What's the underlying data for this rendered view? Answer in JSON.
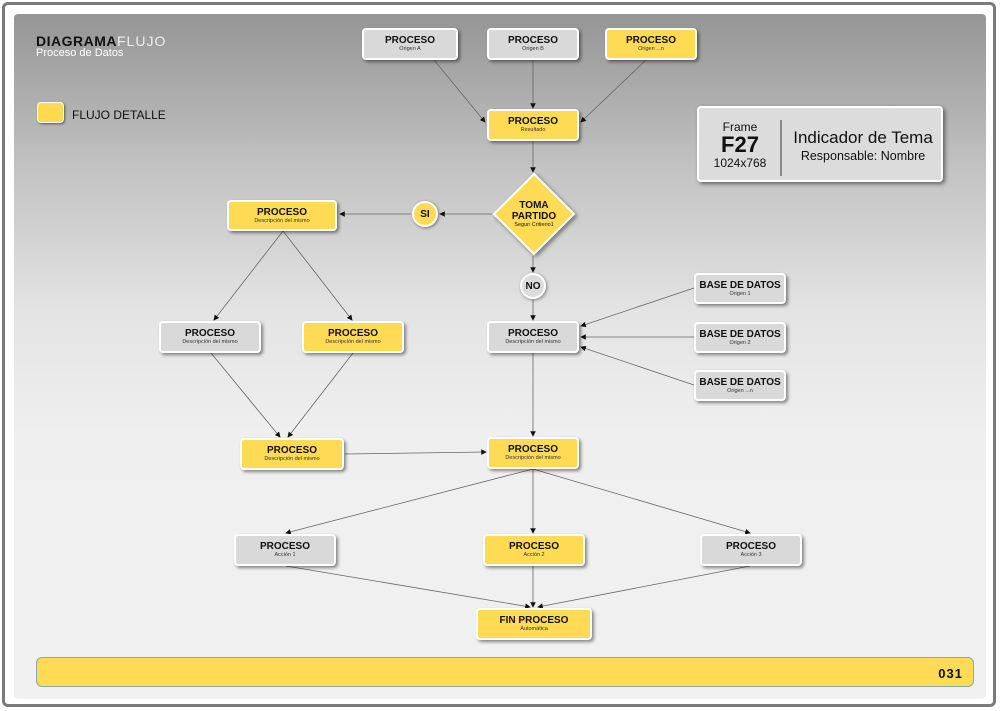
{
  "header": {
    "title_bold": "DIAGRAMA",
    "title_light": "FLUJO",
    "subtitle": "Proceso de Datos"
  },
  "legend": {
    "label": "FLUJO DETALLE",
    "color": "#ffdb55"
  },
  "info": {
    "frame_label": "Frame",
    "frame_id": "F27",
    "resolution": "1024x768",
    "topic": "Indicador de Tema",
    "owner": "Responsable: Nombre"
  },
  "nodes": {
    "a": {
      "title": "PROCESO",
      "sub": "Origen A",
      "style": "gray"
    },
    "b": {
      "title": "PROCESO",
      "sub": "Origen B",
      "style": "gray"
    },
    "n": {
      "title": "PROCESO",
      "sub": "Origen ...n",
      "style": "yellow"
    },
    "r": {
      "title": "PROCESO",
      "sub": "Resultado",
      "style": "yellow"
    },
    "p1": {
      "title": "PROCESO",
      "sub": "Descripción del mismo",
      "style": "yellow"
    },
    "p2": {
      "title": "PROCESO",
      "sub": "Descripción del mismo",
      "style": "gray"
    },
    "p3": {
      "title": "PROCESO",
      "sub": "Descripción del mismo",
      "style": "yellow"
    },
    "p4": {
      "title": "PROCESO",
      "sub": "Descripción del mismo",
      "style": "gray"
    },
    "db1": {
      "title": "BASE DE DATOS",
      "sub": "Origen 1",
      "style": "gray"
    },
    "db2": {
      "title": "BASE DE DATOS",
      "sub": "Origen 2",
      "style": "gray"
    },
    "db3": {
      "title": "BASE DE DATOS",
      "sub": "Origen ...n",
      "style": "gray"
    },
    "p5": {
      "title": "PROCESO",
      "sub": "Descripción del mismo",
      "style": "yellow"
    },
    "p6": {
      "title": "PROCESO",
      "sub": "Descripción del mismo",
      "style": "yellow"
    },
    "a1": {
      "title": "PROCESO",
      "sub": "Acción 1",
      "style": "gray"
    },
    "a2": {
      "title": "PROCESO",
      "sub": "Acción 2",
      "style": "yellow"
    },
    "a3": {
      "title": "PROCESO",
      "sub": "Acción 3",
      "style": "gray"
    },
    "fin": {
      "title": "FIN PROCESO",
      "sub": "Automática",
      "style": "yellow"
    }
  },
  "decision": {
    "title_line1": "TOMA",
    "title_line2": "PARTIDO",
    "sub": "Segun Critierio1"
  },
  "yes_label": "SI",
  "no_label": "NO",
  "footer": {
    "page_number": "031"
  }
}
